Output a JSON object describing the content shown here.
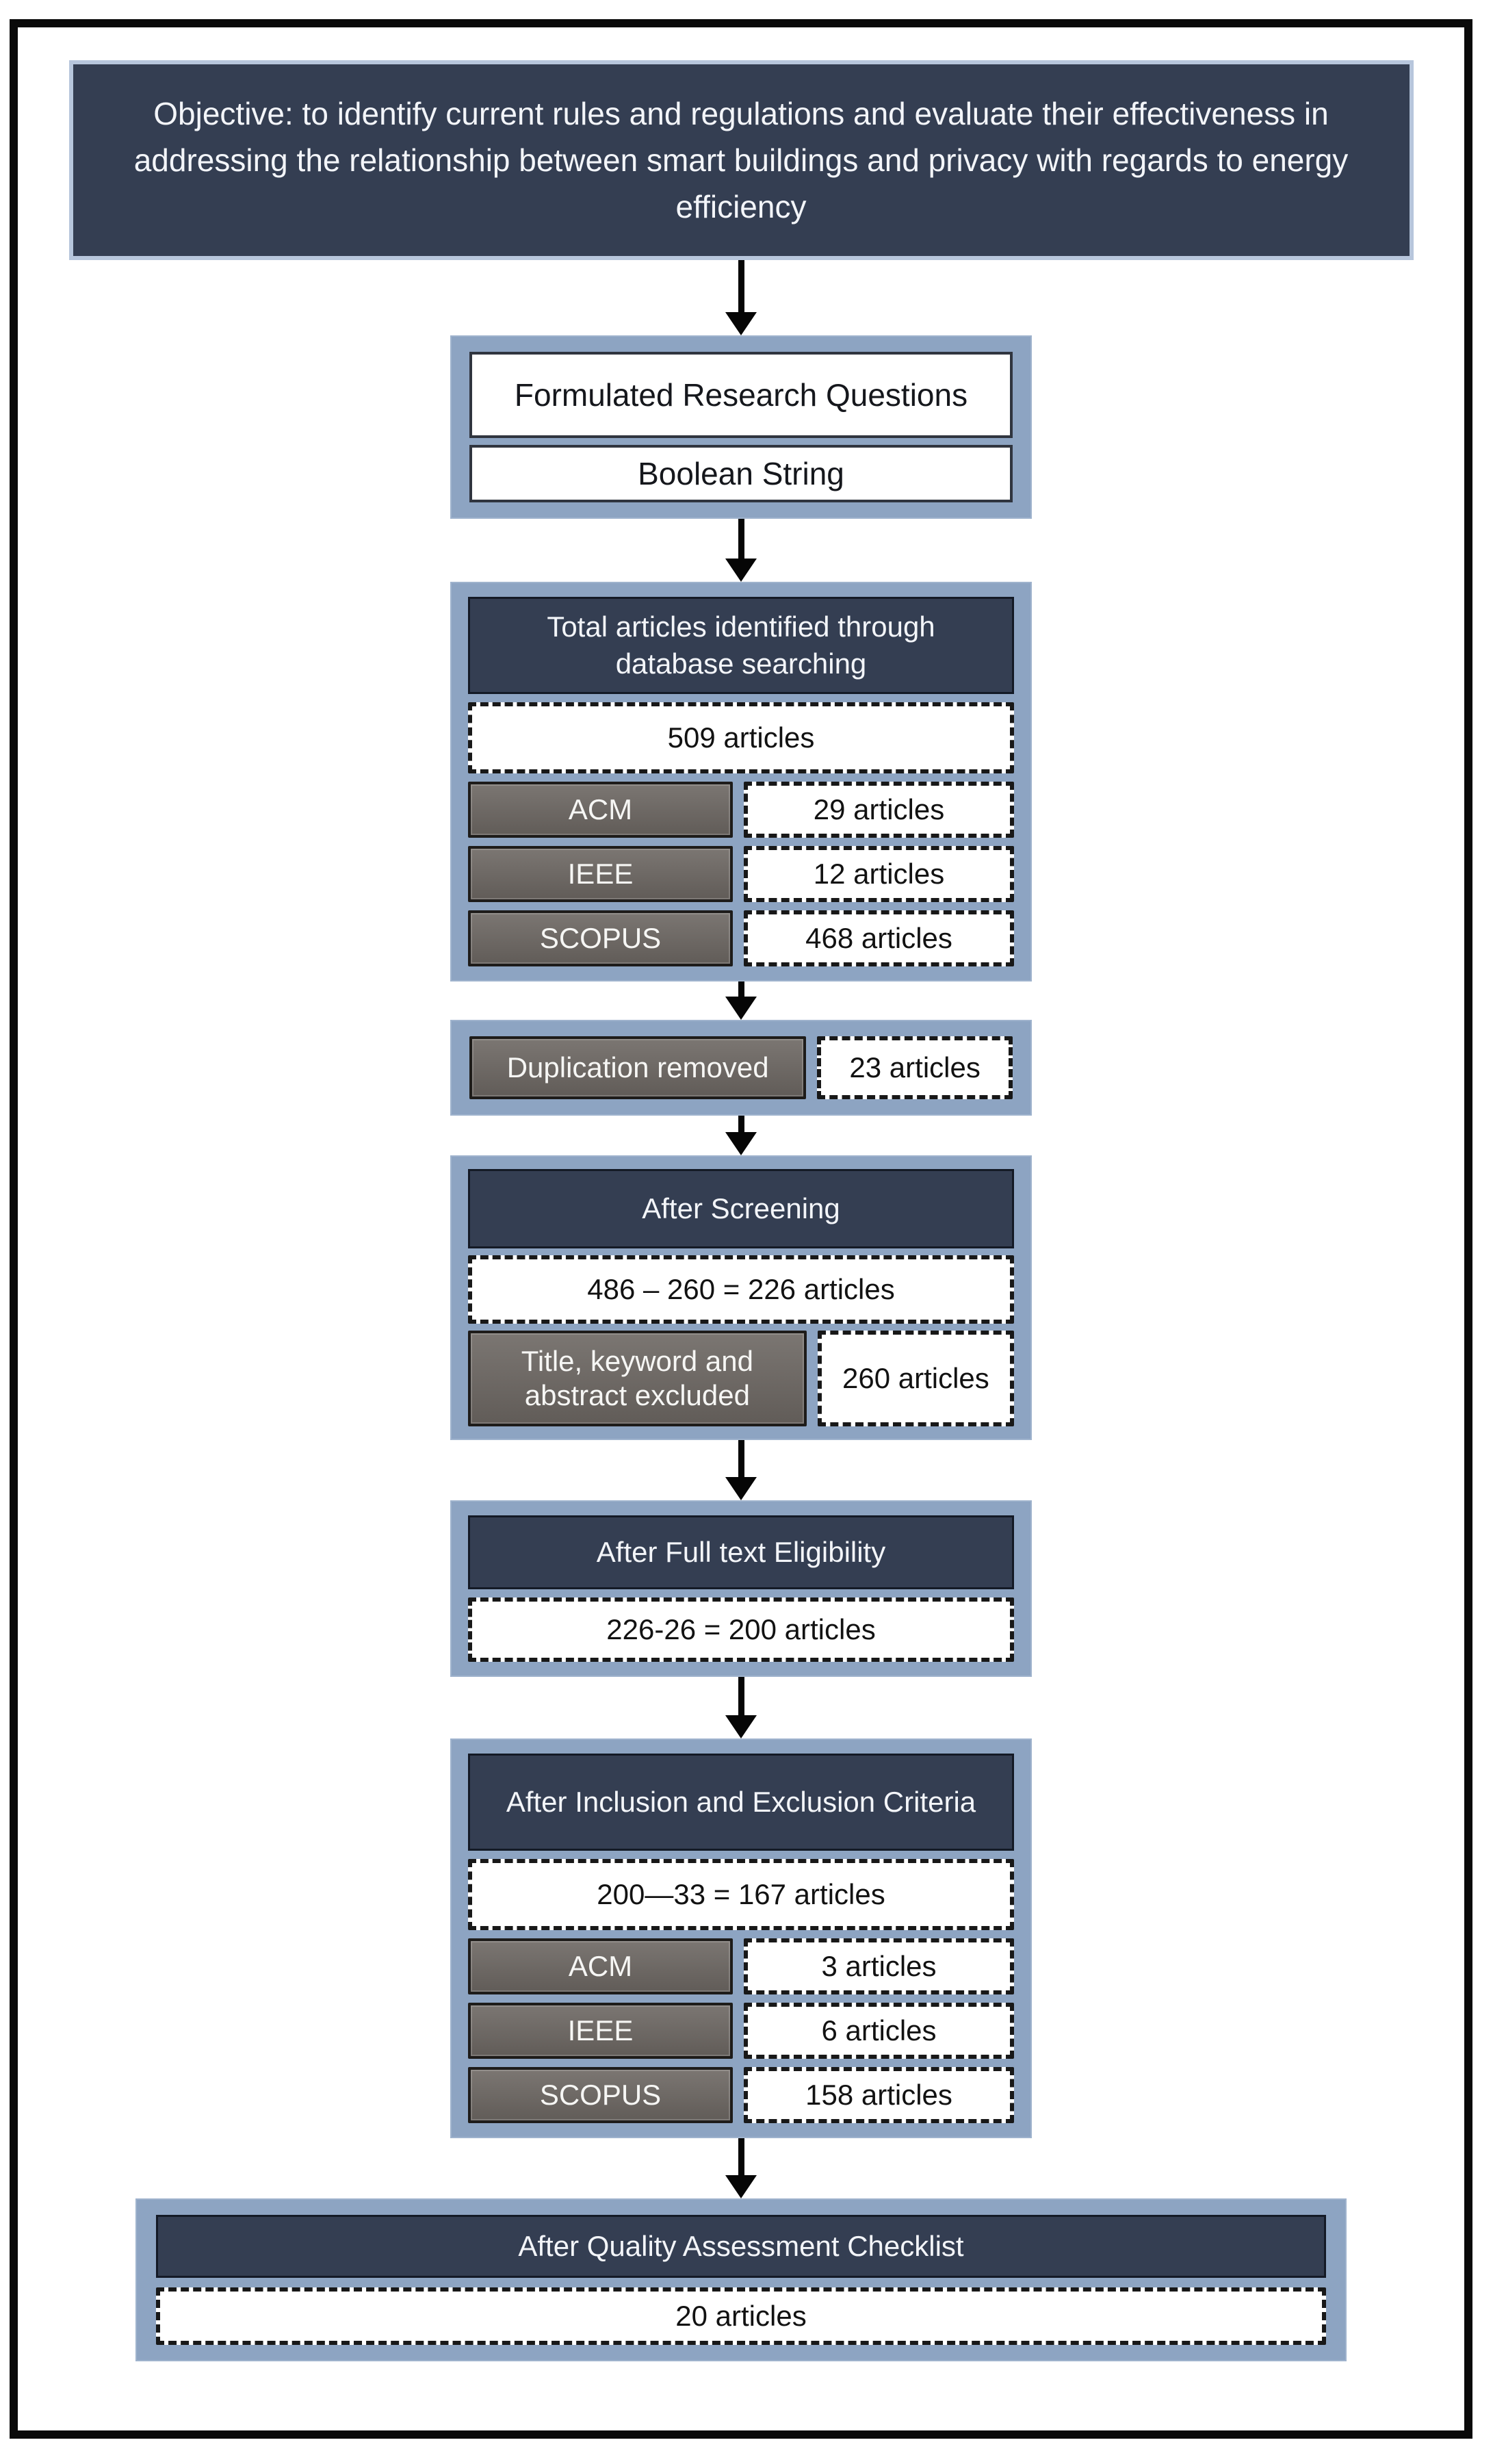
{
  "colors": {
    "navy": "#343e52",
    "steel_blue": "#8da4c2",
    "gray_box": "#6b6561",
    "frame_border": "#0a0a0a",
    "dashed_border": "#181818"
  },
  "objective": {
    "text": "Objective: to identify current rules and regulations and evaluate their effectiveness in addressing the relationship between smart buildings and privacy with regards to energy efficiency"
  },
  "research": {
    "box1": "Formulated Research Questions",
    "box2": "Boolean String"
  },
  "identified": {
    "title": "Total articles identified through database searching",
    "total": "509 articles",
    "rows": [
      {
        "source": "ACM",
        "count": "29 articles"
      },
      {
        "source": "IEEE",
        "count": "12 articles"
      },
      {
        "source": "SCOPUS",
        "count": "468 articles"
      }
    ]
  },
  "duplication": {
    "label": "Duplication removed",
    "count": "23 articles"
  },
  "screening": {
    "title": "After Screening",
    "result": "486 – 260 = 226 articles",
    "excluded_label": "Title, keyword and abstract excluded",
    "excluded_count": "260 articles"
  },
  "fulltext": {
    "title": "After Full text Eligibility",
    "result": "226-26 = 200 articles"
  },
  "criteria": {
    "title": "After Inclusion and Exclusion Criteria",
    "result": "200—33 = 167 articles",
    "rows": [
      {
        "source": "ACM",
        "count": "3 articles"
      },
      {
        "source": "IEEE",
        "count": "6 articles"
      },
      {
        "source": "SCOPUS",
        "count": "158 articles"
      }
    ]
  },
  "quality": {
    "title": "After Quality Assessment Checklist",
    "result": "20 articles"
  }
}
